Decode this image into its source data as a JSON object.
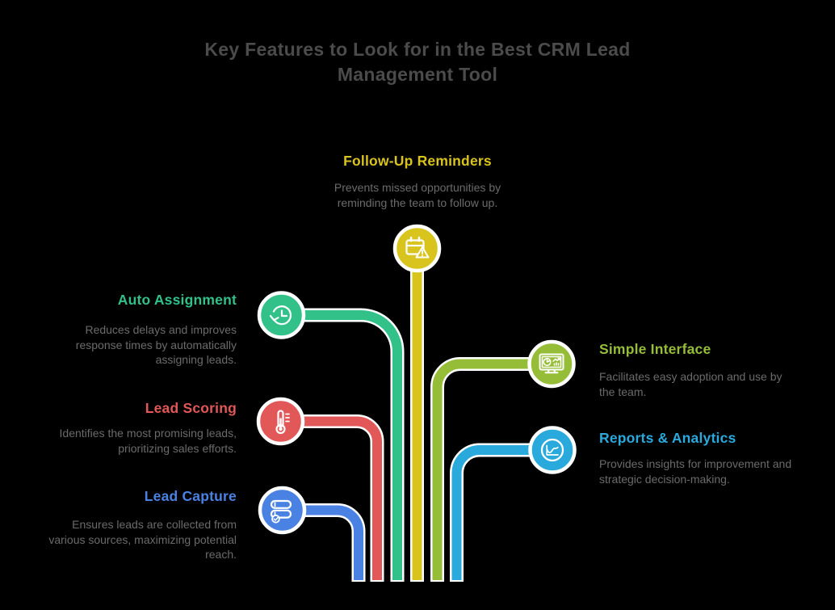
{
  "title": "Key Features to Look for in the Best CRM Lead Management Tool",
  "background_color": "#000000",
  "text": {
    "title_color": "#4b4b4b",
    "desc_color": "#6b6b6b"
  },
  "features": [
    {
      "id": "follow-up-reminders",
      "label": "Follow-Up Reminders",
      "description": "Prevents missed opportunities by reminding the team to follow up.",
      "color": "#d9c31d",
      "icon": "calendar-alert-icon",
      "position": "top-center"
    },
    {
      "id": "auto-assignment",
      "label": "Auto Assignment",
      "description": "Reduces delays and improves response times by automatically assigning leads.",
      "color": "#31c189",
      "icon": "history-clock-icon",
      "position": "left"
    },
    {
      "id": "lead-scoring",
      "label": "Lead Scoring",
      "description": "Identifies the most promising leads, prioritizing sales efforts.",
      "color": "#e25758",
      "icon": "thermometer-icon",
      "position": "left"
    },
    {
      "id": "lead-capture",
      "label": "Lead Capture",
      "description": "Ensures leads are collected from various sources, maximizing potential reach.",
      "color": "#4a82e4",
      "icon": "form-fields-icon",
      "position": "left"
    },
    {
      "id": "simple-interface",
      "label": "Simple Interface",
      "description": "Facilitates easy adoption and use by the team.",
      "color": "#96bd37",
      "icon": "dashboard-monitor-icon",
      "position": "right"
    },
    {
      "id": "reports-analytics",
      "label": "Reports & Analytics",
      "description": "Provides insights for improvement and strategic decision-making.",
      "color": "#29a9dc",
      "icon": "line-chart-icon",
      "position": "right"
    }
  ]
}
